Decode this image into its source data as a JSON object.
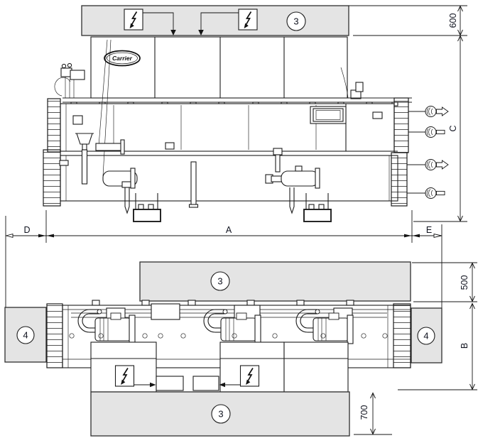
{
  "brand": {
    "logo_text": "Carrier"
  },
  "callouts": {
    "item3": "3",
    "item4": "4"
  },
  "dimensions": {
    "top_clearance_mm": "600",
    "height_label": "C",
    "left_clearance_label": "D",
    "length_label": "A",
    "right_clearance_label": "E",
    "side_clearance_mm": "500",
    "width_label": "B",
    "front_clearance_mm": "700"
  },
  "colors": {
    "clearance_zone_fill": "#e4e4e4",
    "linework": "#1c1c1c",
    "background": "#ffffff"
  }
}
